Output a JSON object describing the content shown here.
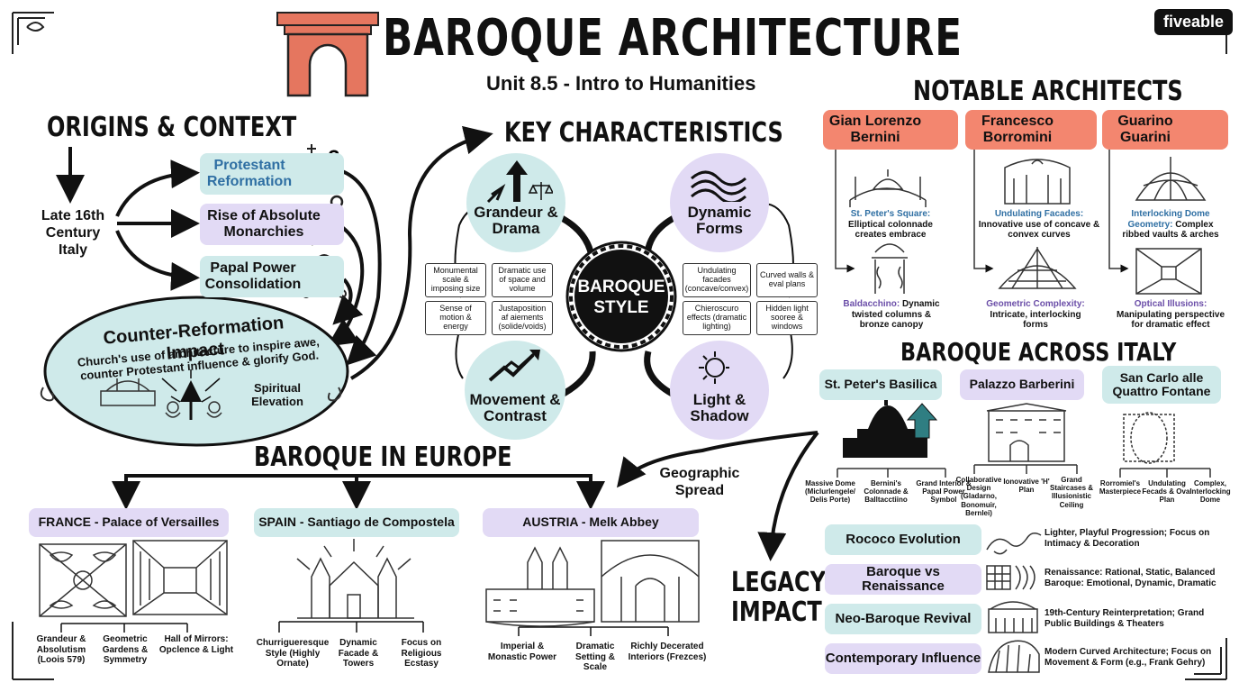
{
  "header": {
    "title": "BAROQUE ARCHITECTURE",
    "subtitle": "Unit 8.5 - Intro to Humanities",
    "brand": "fiveable",
    "icon": "arch-icon"
  },
  "origins": {
    "title": "ORIGINS & CONTEXT",
    "start": "Late 16th Century Italy",
    "branches": [
      "Protestant Reformation",
      "Rise of Absolute Monarchies",
      "Papal Power Consolidation"
    ],
    "impact_title": "Counter-Reformation Impact",
    "impact_text": "Church's use of architecture to inspire awe, counter Protestant influence & glorify God.",
    "impact_label": "Spiritual Elevation"
  },
  "characteristics": {
    "title": "KEY CHARACTERISTICS",
    "center": "BAROQUE STYLE",
    "circles": [
      "Grandeur & Drama",
      "Dynamic Forms",
      "Movement & Contrast",
      "Light & Shadow"
    ],
    "left_boxes": [
      "Monumental scale & imposing size",
      "Dramatic use of space and volume",
      "Sense of motion & energy",
      "Justaposition af aiements (solide/voids)"
    ],
    "right_boxes": [
      "Undulating facades (concave/convex)",
      "Curved walls & eval plans",
      "Chieroscuro effects (dramatic lighting)",
      "Hidden light sooree & windows"
    ]
  },
  "architects": {
    "title": "NOTABLE ARCHITECTS",
    "names": [
      "Gian Lorenzo Bernini",
      "Francesco Borromini",
      "Guarino Guarini"
    ],
    "works": [
      {
        "lead": "St. Peter's Square:",
        "text": "Elliptical colonnade creates embrace"
      },
      {
        "lead": "Undulating Facades:",
        "text": "Innovative use of concave & convex curves"
      },
      {
        "lead": "Interlocking Dome Geometry:",
        "text": "Complex ribbed vaults & arches"
      },
      {
        "lead": "Baldacchino:",
        "text": "Dynamic twisted columns & bronze canopy"
      },
      {
        "lead": "Geometric Complexity:",
        "text": "Intricate, interlocking forms"
      },
      {
        "lead": "Optical Illusions:",
        "text": "Manipulating perspective for dramatic effect"
      }
    ]
  },
  "italy": {
    "title": "BAROQUE ACROSS ITALY",
    "sites": [
      "St. Peter's Basilica",
      "Palazzo Barberini",
      "San Carlo alle Quattro Fontane"
    ],
    "notes": [
      [
        "Massive Dome (Miclurlengele/ Delis Porte)",
        "Bernini's Colonnade & Balltacctiino",
        "Grand Interior & Papal Power Symbol"
      ],
      [
        "Collaborative Design (Gladarno, Bonomuir, Bernlei)",
        "Ionovative 'H' Plan",
        "Grand Staircases & Illusionistic Ceiling"
      ],
      [
        "Rorromiel's Masterpiece",
        "Undulating Fecads & Oval Plan",
        "Complex, Interlocking Dome"
      ]
    ]
  },
  "europe": {
    "title": "BAROQUE IN EUROPE",
    "spread_label": "Geographic Spread",
    "countries": [
      "FRANCE - Palace of Versailles",
      "SPAIN - Santiago de Compostela",
      "AUSTRIA - Melk Abbey"
    ],
    "notes": [
      [
        "Grandeur & Absolutism (Loois 579)",
        "Geometric Gardens & Symmetry",
        "Hall of Mirrors: Opclence & Light"
      ],
      [
        "Churrigueresque Style (Highly Ornate)",
        "Dynamic Facade & Towers",
        "Focus on Religious Ecstasy"
      ],
      [
        "Imperial & Monastic Power",
        "Dramatic Setting & Scale",
        "Richly Decerated Interiors (Frezces)"
      ]
    ]
  },
  "legacy": {
    "title": "LEGACY IMPACT",
    "items": [
      {
        "label": "Rococo Evolution",
        "desc": "Lighter, Playful Progression; Focus on Intimacy & Decoration"
      },
      {
        "label": "Baroque vs Renaissance",
        "desc": "Renaissance: Rational, Static, Balanced Baroque: Emotional, Dynamic, Dramatic"
      },
      {
        "label": "Neo-Baroque Revival",
        "desc": "19th-Century Reinterpretation; Grand Public Buildings & Theaters"
      },
      {
        "label": "Contemporary Influence",
        "desc": "Modern Curved Architecture; Focus on Movement & Form (e.g., Frank Gehry)"
      }
    ]
  }
}
